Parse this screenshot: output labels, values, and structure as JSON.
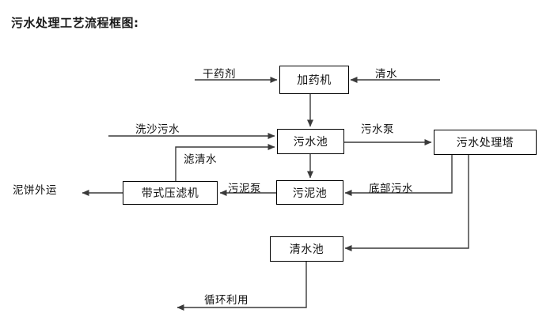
{
  "title": "污水处理工艺流程框图:",
  "diagram": {
    "nodes": [
      {
        "id": "dosing_machine",
        "label": "加药机"
      },
      {
        "id": "wastewater_pool",
        "label": "污水池"
      },
      {
        "id": "treatment_tower",
        "label": "污水处理塔"
      },
      {
        "id": "belt_filter_press",
        "label": "带式压滤机"
      },
      {
        "id": "sludge_pool",
        "label": "污泥池"
      },
      {
        "id": "clean_water_pool",
        "label": "清水池"
      }
    ],
    "edge_labels": [
      {
        "id": "dry_chemical",
        "label": "干药剂"
      },
      {
        "id": "clean_water_in",
        "label": "清水"
      },
      {
        "id": "sand_wash_wastewater",
        "label": "洗沙污水"
      },
      {
        "id": "filtered_clear_water",
        "label": "滤清水"
      },
      {
        "id": "wastewater_pump",
        "label": "污水泵"
      },
      {
        "id": "sludge_pump",
        "label": "污泥泵"
      },
      {
        "id": "bottom_wastewater",
        "label": "底部污水"
      },
      {
        "id": "mud_cake_out",
        "label": "泥饼外运"
      },
      {
        "id": "recycle_reuse",
        "label": "循环利用"
      }
    ],
    "colors": {
      "background": "#ffffff",
      "stroke": "#3a3a3a",
      "box_border": "#000000",
      "text": "#111111"
    }
  }
}
